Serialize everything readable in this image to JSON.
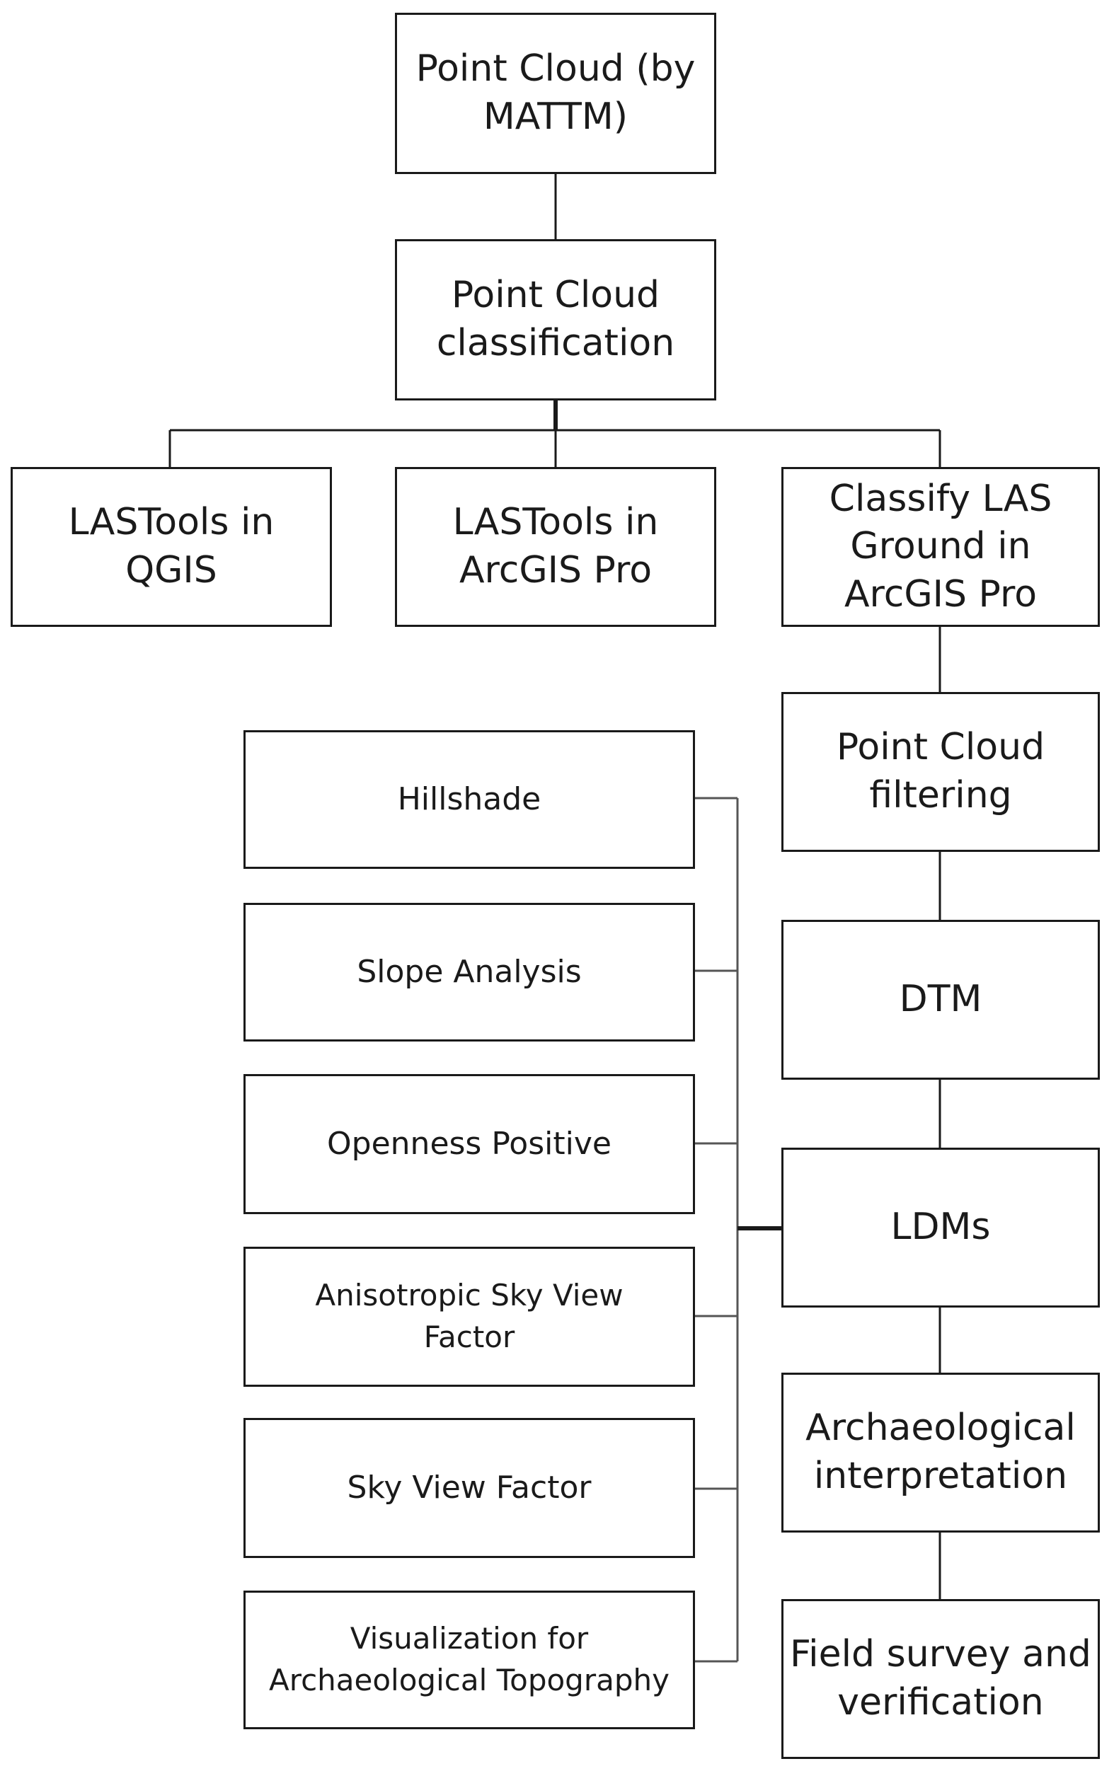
{
  "nodes": {
    "source": "Point Cloud (by\nMATTM)",
    "classification": "Point Cloud\nclassification",
    "lastools_qgis": "LASTools in\nQGIS",
    "lastools_arcgis": "LASTools in\nArcGIS Pro",
    "classify_ground": "Classify LAS\nGround in\nArcGIS Pro",
    "filtering": "Point Cloud\nfiltering",
    "dtm": "DTM",
    "ldms": "LDMs",
    "interpretation": "Archaeological\ninterpretation",
    "field_survey": "Field survey and\nverification"
  },
  "visualizations": {
    "hillshade": "Hillshade",
    "slope": "Slope Analysis",
    "openness": "Openness Positive",
    "anisotropic_svf": "Anisotropic Sky View\nFactor",
    "svf": "Sky View Factor",
    "vat": "Visualization for\nArchaeological Topography"
  },
  "colors": {
    "line": "#1a1a1a",
    "light_line": "#555555",
    "box_fill": "#ffffff"
  }
}
